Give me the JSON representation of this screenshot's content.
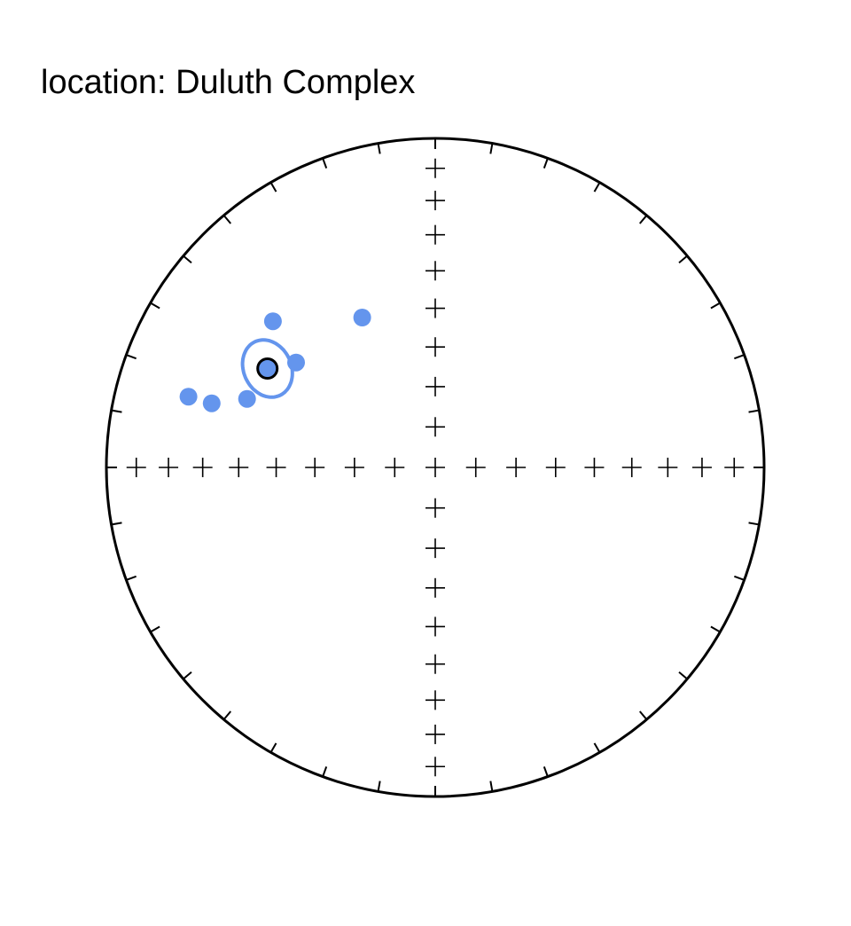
{
  "chart_data": {
    "type": "scatter",
    "projection": "equal-area stereonet",
    "title": "location: Duluth Complex",
    "directions": [
      {
        "dec": 334.0,
        "inc": 48.0
      },
      {
        "dec": 307.0,
        "inc": 46.0
      },
      {
        "dec": 312.0,
        "inc": 34.0
      },
      {
        "dec": 290.0,
        "inc": 39.0
      },
      {
        "dec": 286.0,
        "inc": 30.0
      },
      {
        "dec": 286.0,
        "inc": 23.0
      }
    ],
    "mean": {
      "dec": 300.5,
      "inc": 40.5
    },
    "confidence_ellipse": {
      "semi_major_deg": 8.0,
      "semi_minor_deg": 7.0
    },
    "grid": "crosses on cardinal axes every 10 degrees of inclination",
    "colors": {
      "points": "#6495ed",
      "mean_fill": "#6495ed",
      "mean_edge": "#000000",
      "ellipse": "#6495ed",
      "frame": "#000000"
    }
  }
}
